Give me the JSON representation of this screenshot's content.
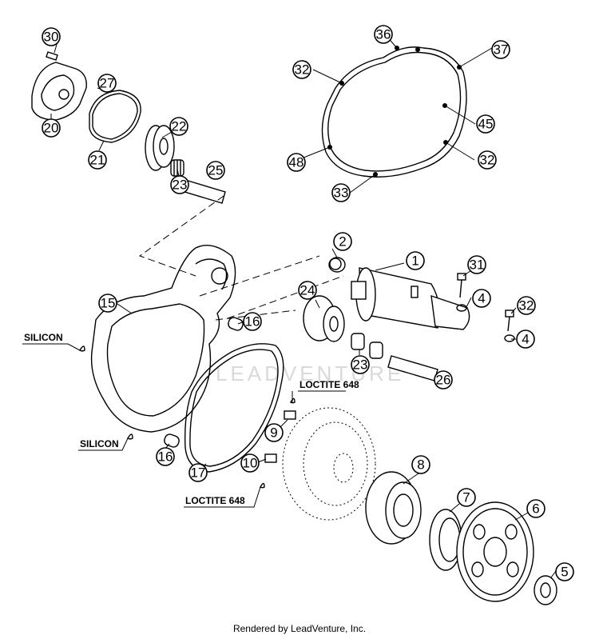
{
  "diagram": {
    "callouts": [
      "30",
      "27",
      "22",
      "20",
      "21",
      "23",
      "25",
      "36",
      "37",
      "32",
      "45",
      "48",
      "33",
      "2",
      "1",
      "31",
      "4",
      "15",
      "24",
      "16",
      "23",
      "26",
      "9",
      "10",
      "8",
      "7",
      "6",
      "5",
      "17",
      "16",
      "32",
      "4",
      "32"
    ],
    "notes": {
      "silicon_top": "SILICON",
      "silicon_bottom": "SILICON",
      "loctite_top": "LOCTITE 648",
      "loctite_bottom": "LOCTITE 648"
    }
  },
  "watermark": "LEADVENTURE",
  "credit": "Rendered by LeadVenture, Inc."
}
